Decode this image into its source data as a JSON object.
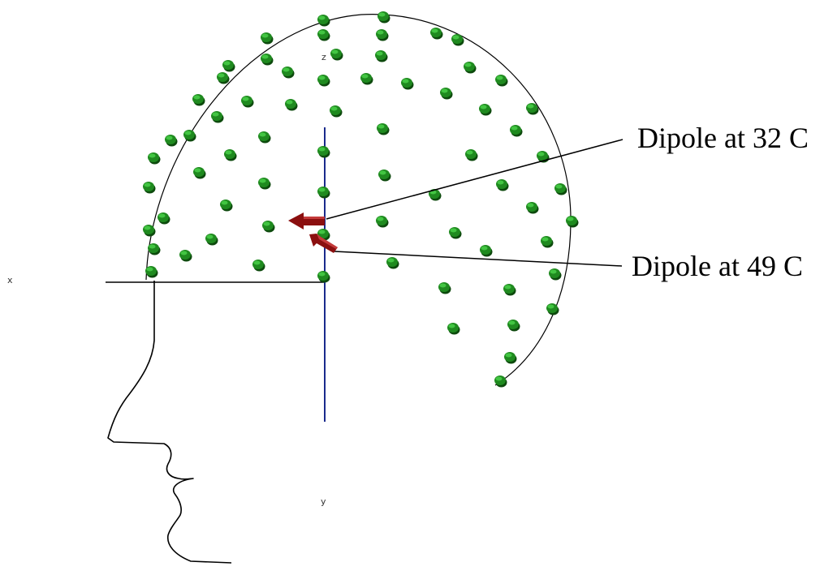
{
  "axes": {
    "x_label": "x",
    "y_label": "y",
    "z_label": "z"
  },
  "callouts": {
    "dipole_32": "Dipole at 32 C",
    "dipole_49": "Dipole at 49 C"
  },
  "colors": {
    "electrode_fill": "#1f8a1f",
    "electrode_top": "#4bd34b",
    "electrode_shadow": "#0d4a0d",
    "dipole_arrow": "#8b0f0f",
    "dipole_highlight": "#c43a3a",
    "vertical_axis": "#1a2a8c",
    "outline": "#000000"
  },
  "icons": {
    "electrode": "green-disc-electrode",
    "dipole": "red-arrow-dipole"
  }
}
